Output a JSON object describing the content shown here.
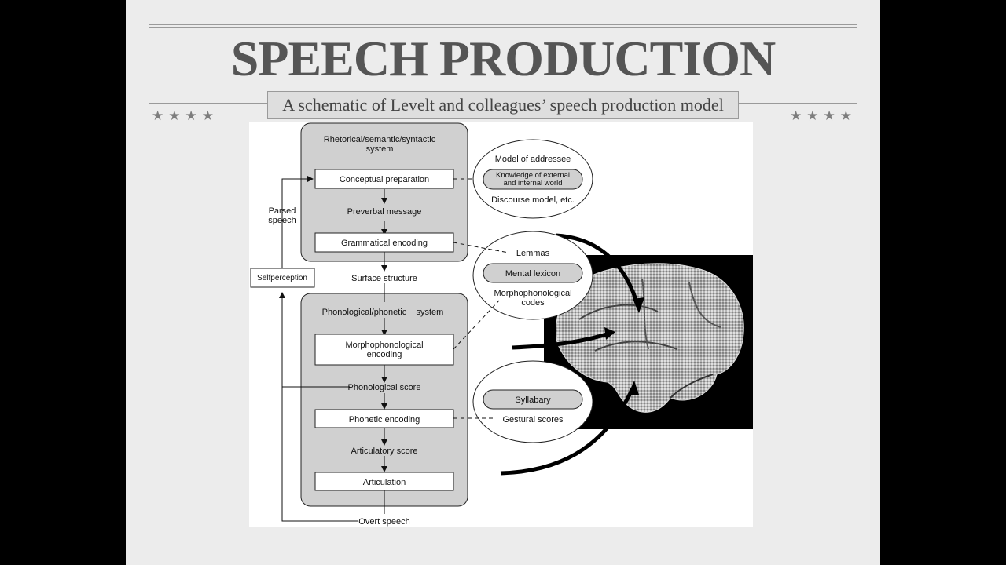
{
  "slide": {
    "title": "SPEECH PRODUCTION",
    "subtitle": "A schematic of Levelt and colleagues’ speech production model 1999",
    "stars_left": "★★★★",
    "stars_right": "★★★★"
  },
  "diagram": {
    "system1": [
      "Rhetorical/semantic/syntactic",
      "system"
    ],
    "conceptual_preparation": "Conceptual preparation",
    "preverbal_message": "Preverbal message",
    "grammatical_encoding": "Grammatical encoding",
    "surface_structure": "Surface structure",
    "system2": "Phonological/phonetic    system",
    "morphophonological_encoding": [
      "Morphophonological",
      "encoding"
    ],
    "phonological_score": "Phonological score",
    "phonetic_encoding": "Phonetic encoding",
    "articulatory_score": "Articulatory score",
    "articulation": "Articulation",
    "overt_speech": "Overt speech",
    "parsed_speech": [
      "Parsed",
      "speech"
    ],
    "selfperception": "Selfperception",
    "ellipse1": {
      "top": "Model of addressee",
      "pill": [
        "Knowledge of external",
        "and internal world"
      ],
      "bottom": "Discourse model, etc."
    },
    "ellipse2": {
      "top": "Lemmas",
      "pill": "Mental lexicon",
      "bottom": [
        "Morphophonological",
        "codes"
      ]
    },
    "ellipse3": {
      "pill": "Syllabary",
      "bottom": "Gestural scores"
    }
  }
}
